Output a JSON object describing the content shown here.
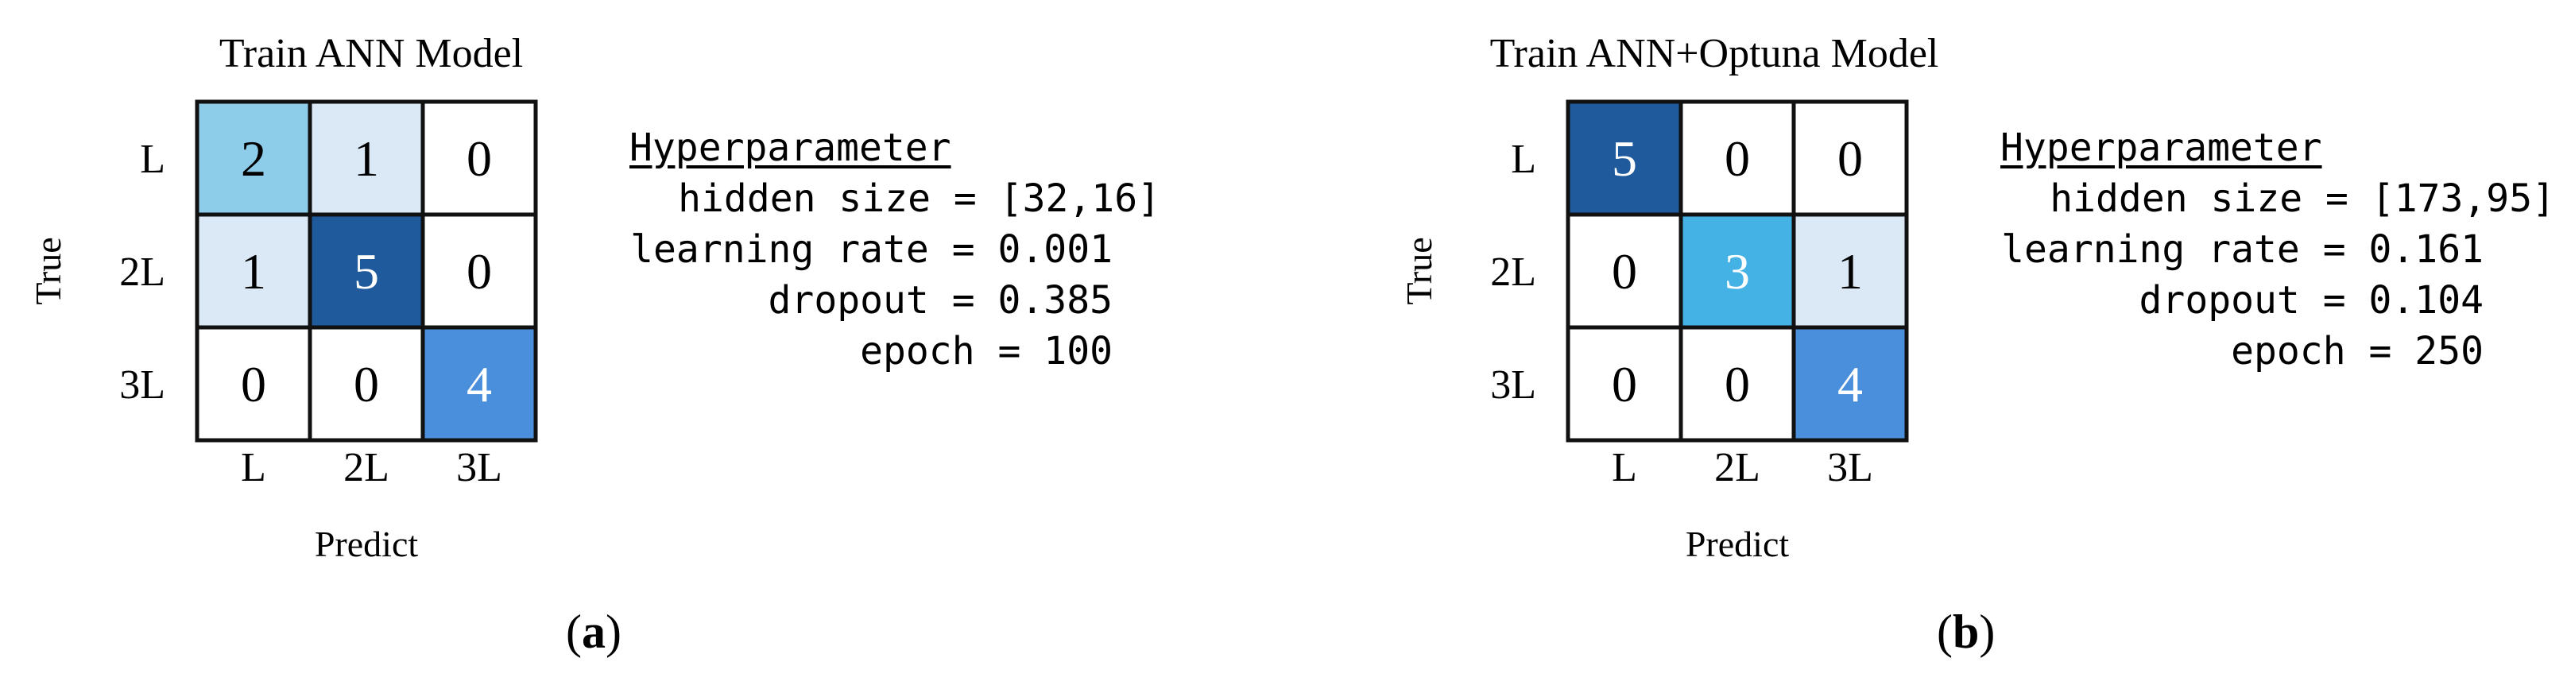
{
  "chart_data": [
    {
      "type": "heatmap",
      "title": "Train ANN Model",
      "xlabel": "Predict",
      "ylabel": "True",
      "x_categories": [
        "L",
        "2L",
        "3L"
      ],
      "y_categories": [
        "L",
        "2L",
        "3L"
      ],
      "values": [
        [
          2,
          1,
          0
        ],
        [
          1,
          5,
          0
        ],
        [
          0,
          0,
          4
        ]
      ],
      "colors": [
        [
          "#8ecdea",
          "#dbe9f6",
          "#ffffff"
        ],
        [
          "#dbe9f6",
          "#1f5a9d",
          "#ffffff"
        ],
        [
          "#ffffff",
          "#ffffff",
          "#4a8fdb"
        ]
      ],
      "text_colors": [
        [
          "#000000",
          "#000000",
          "#000000"
        ],
        [
          "#000000",
          "#ffffff",
          "#000000"
        ],
        [
          "#000000",
          "#000000",
          "#ffffff"
        ]
      ],
      "hyperparameters": {
        "heading": "Hyperparameter",
        "lines": [
          "hidden size = [32,16]",
          "learning rate = 0.001",
          "dropout = 0.385",
          "epoch = 100"
        ]
      },
      "caption_letter": "a"
    },
    {
      "type": "heatmap",
      "title": "Train ANN+Optuna Model",
      "xlabel": "Predict",
      "ylabel": "True",
      "x_categories": [
        "L",
        "2L",
        "3L"
      ],
      "y_categories": [
        "L",
        "2L",
        "3L"
      ],
      "values": [
        [
          5,
          0,
          0
        ],
        [
          0,
          3,
          1
        ],
        [
          0,
          0,
          4
        ]
      ],
      "colors": [
        [
          "#1f5a9d",
          "#ffffff",
          "#ffffff"
        ],
        [
          "#ffffff",
          "#45b2e6",
          "#dbe9f6"
        ],
        [
          "#ffffff",
          "#ffffff",
          "#4a8fdb"
        ]
      ],
      "text_colors": [
        [
          "#ffffff",
          "#000000",
          "#000000"
        ],
        [
          "#000000",
          "#ffffff",
          "#000000"
        ],
        [
          "#000000",
          "#000000",
          "#ffffff"
        ]
      ],
      "hyperparameters": {
        "heading": "Hyperparameter",
        "lines": [
          "hidden size = [173,95]",
          "learning rate = 0.161",
          "dropout = 0.104",
          "epoch = 250"
        ]
      },
      "caption_letter": "b"
    }
  ]
}
